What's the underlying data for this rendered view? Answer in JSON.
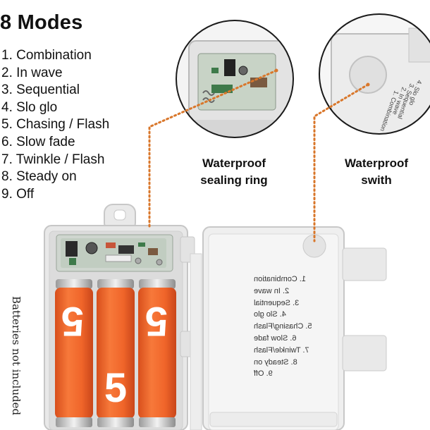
{
  "heading": "8 Modes",
  "modes": [
    "1. Combination",
    "2. In wave",
    "3. Sequential",
    "4. Slo glo",
    "5. Chasing / Flash",
    "6. Slow fade",
    "7. Twinkle / Flash",
    "8. Steady on",
    "9. Off"
  ],
  "callout_sealing": {
    "line1": "Waterproof",
    "line2": "sealing ring"
  },
  "callout_switch": {
    "line1": "Waterproof",
    "line2": "swith"
  },
  "side_note": "Batteries not included",
  "lid_printed_modes": [
    "1. Combination",
    "2. In wave",
    "3. Sequential",
    "4. Slo glo",
    "5. Chasing/Flash",
    "6. Slow fade",
    "7. Twinkle/Flash",
    "8. Steady on",
    "9. Off"
  ],
  "battery_logo": "5",
  "colors": {
    "battery_orange": "#f0652a",
    "leader_line": "#d9772b",
    "case_plastic": "#e6e6e6",
    "pcb_green": "#3e7a4a"
  }
}
